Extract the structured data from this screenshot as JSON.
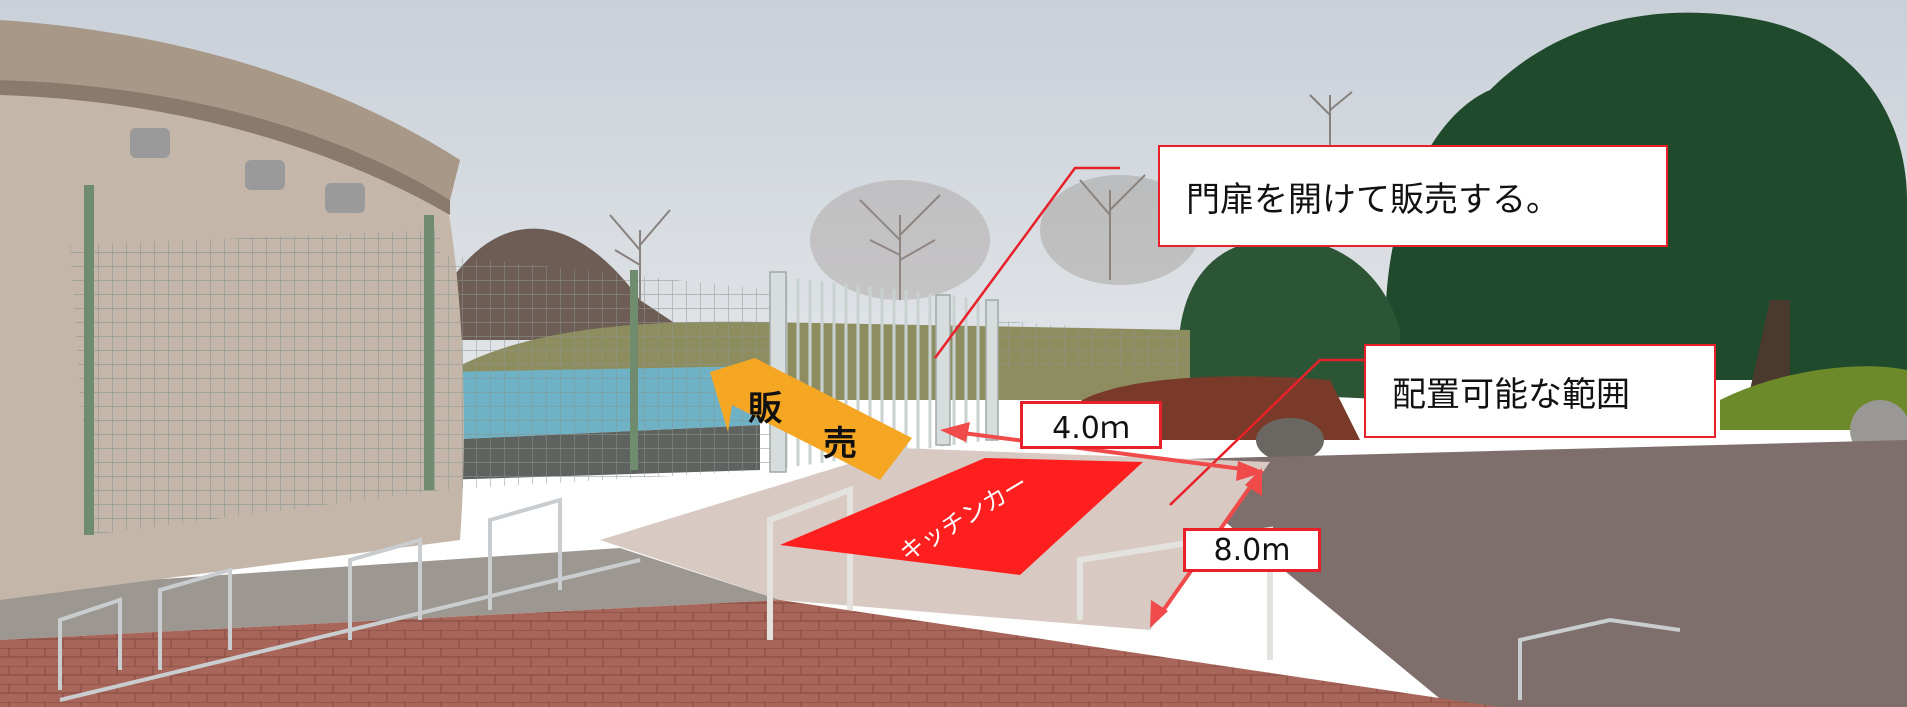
{
  "annotations": {
    "gate_callout": "門扉を開けて販売する。",
    "area_callout": "配置可能な範囲",
    "width_dimension": "4.0ｍ",
    "depth_dimension": "8.0m",
    "kitchen_car_label": "キッチンカー",
    "sales_arrow_char_1": "販",
    "sales_arrow_char_2": "売"
  },
  "colors": {
    "accent_red": "#e8202a",
    "arrow_orange": "#f5a623"
  }
}
